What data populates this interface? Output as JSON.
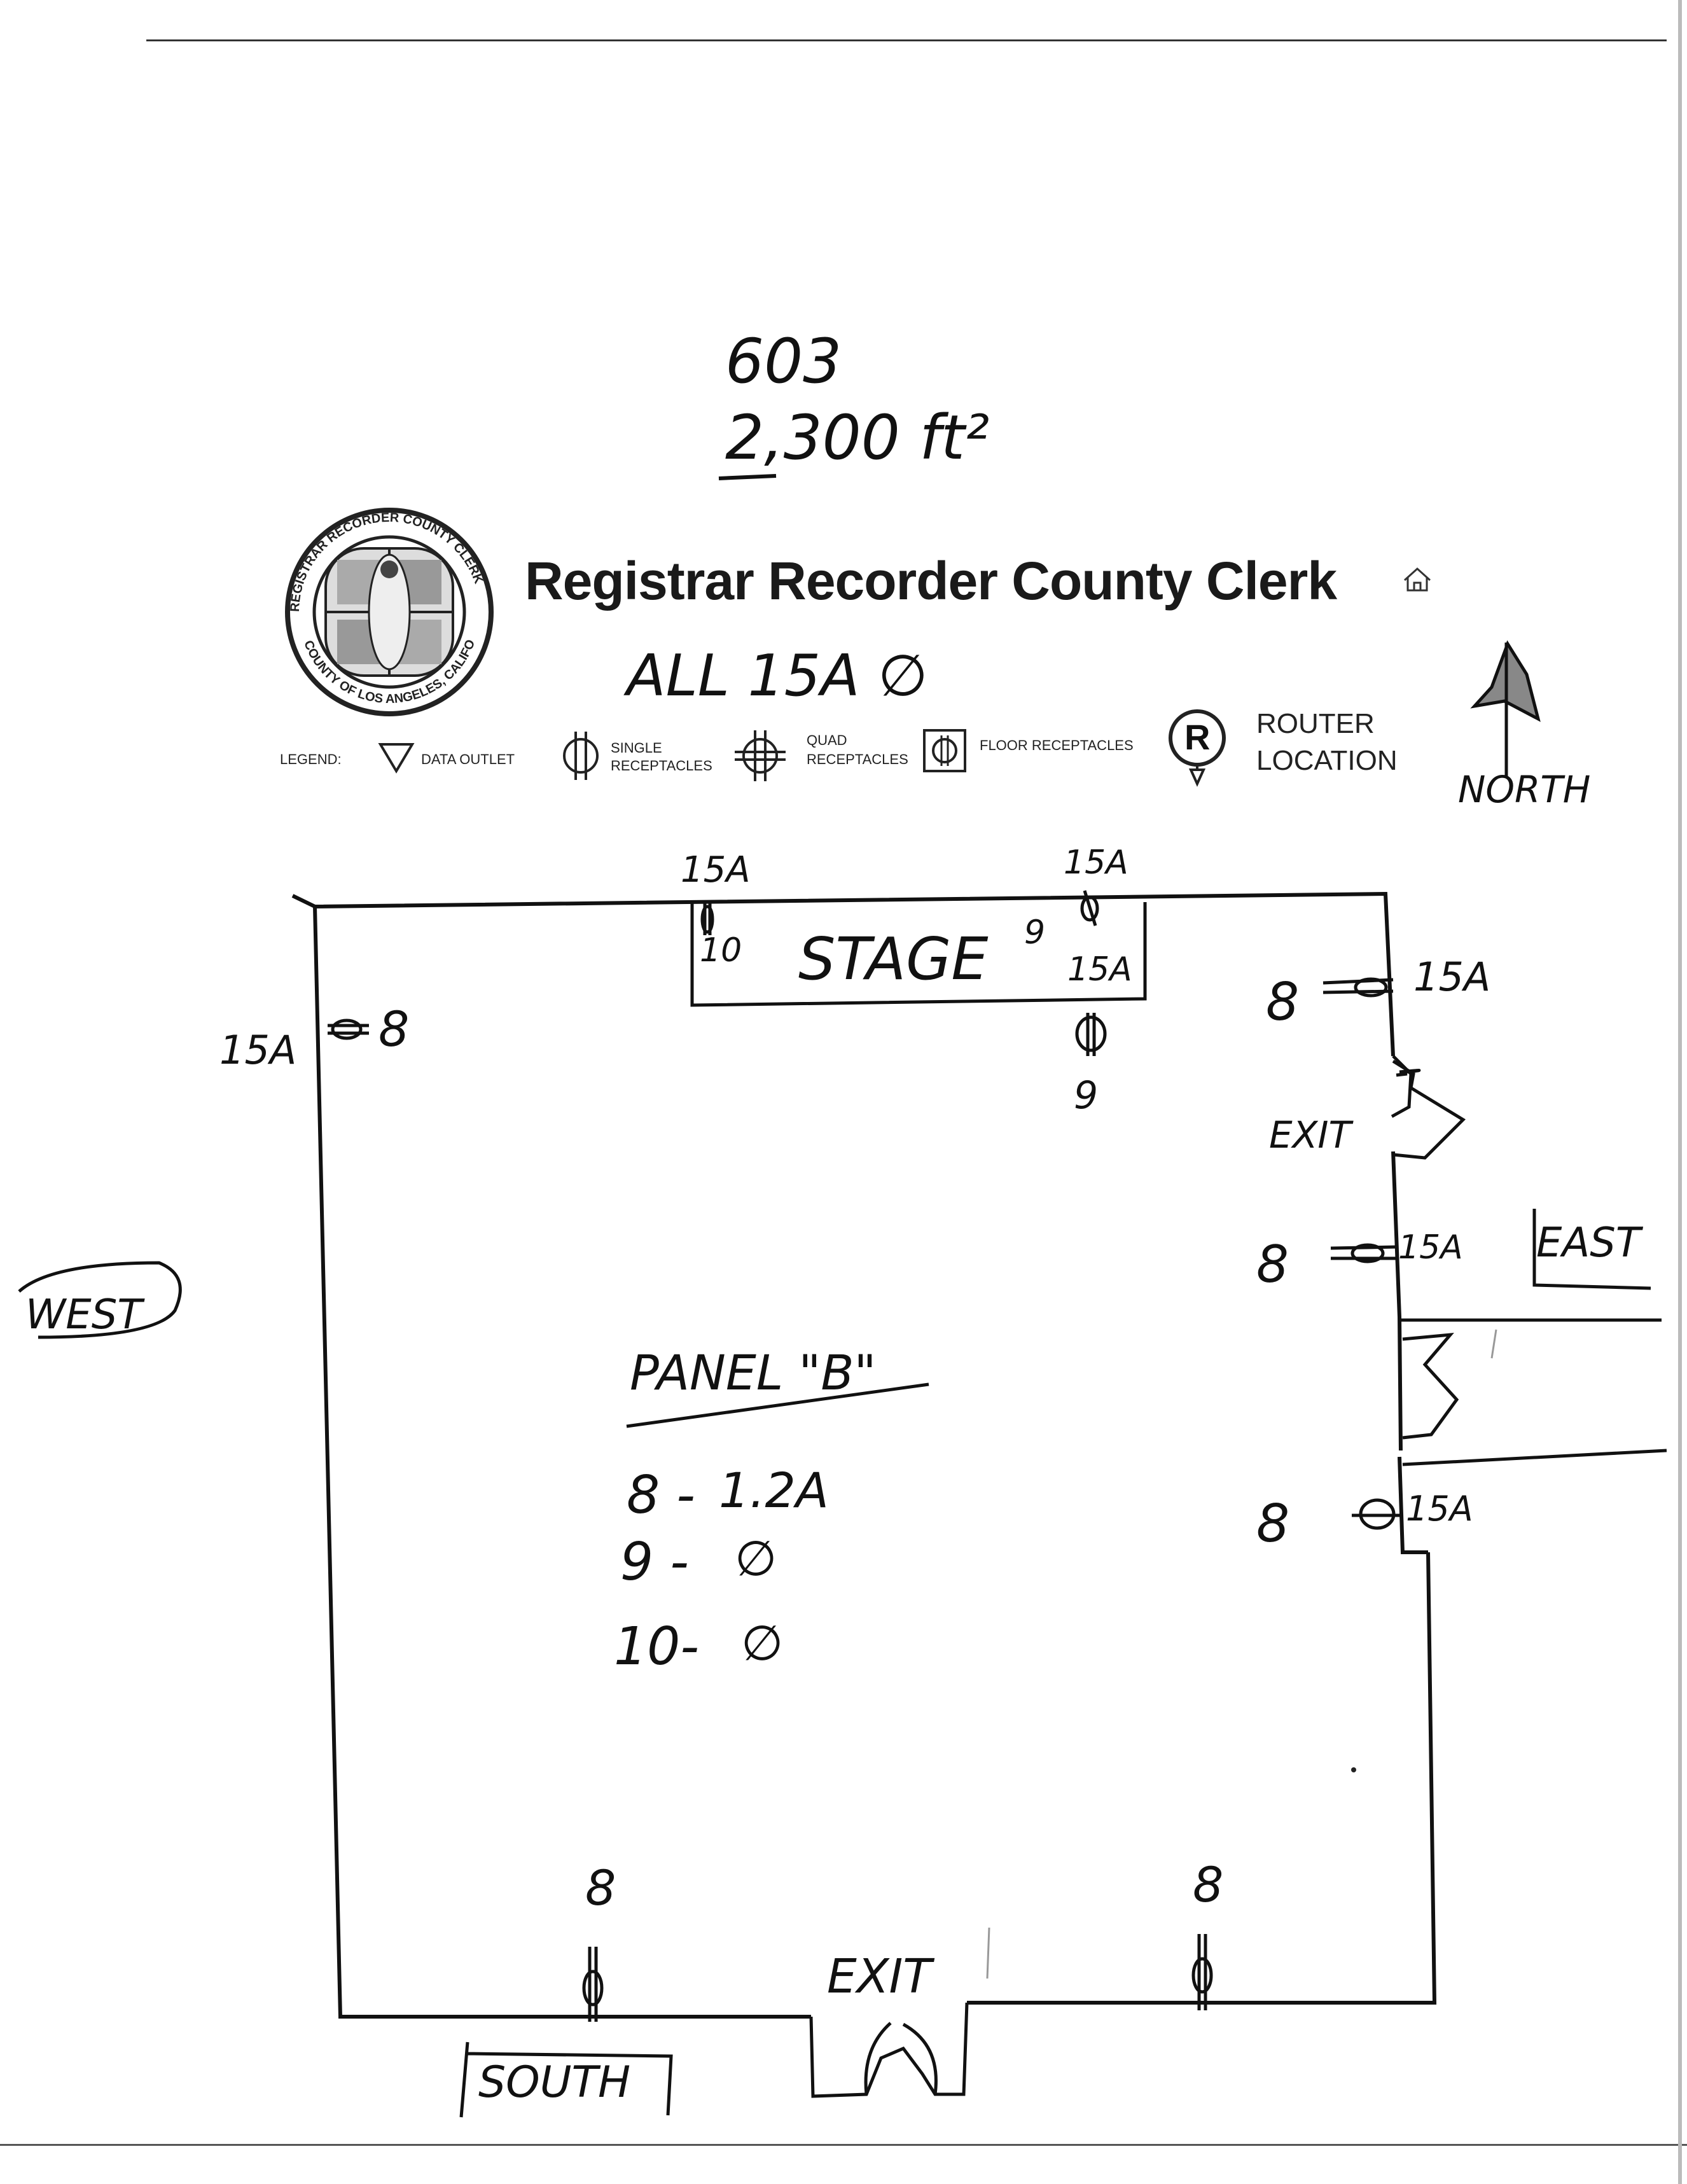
{
  "header": {
    "room_number": "603",
    "area": "2,300 ft²",
    "title": "Registrar Recorder County Clerk",
    "circuit_note": "ALL 15A ∅",
    "seal_top_text": "REGISTRAR RECORDER COUNTY CLERK",
    "seal_bottom_text": "COUNTY OF LOS ANGELES, CALIFORNIA"
  },
  "legend": {
    "label": "LEGEND:",
    "data_outlet": "DATA OUTLET",
    "single_line1": "SINGLE",
    "single_line2": "RECEPTACLES",
    "quad_line1": "QUAD",
    "quad_line2": "RECEPTACLES",
    "floor": "FLOOR RECEPTACLES",
    "router_letter": "R",
    "router_line1": "ROUTER",
    "router_line2": "LOCATION"
  },
  "compass": {
    "north": "NORTH",
    "east": "EAST",
    "west": "WEST",
    "south": "SOUTH"
  },
  "plan": {
    "stage": "STAGE",
    "exit_east": "EXIT",
    "exit_south": "EXIT",
    "stage_left_amp": "15A",
    "stage_left_circuit": "10",
    "stage_right_amp_top": "15A",
    "stage_right_circuit": "9",
    "stage_right_amp_lower": "15A",
    "below_stage_circuit": "9",
    "west_amp": "15A",
    "west_circuit": "8",
    "east1_circuit": "8",
    "east1_amp": "15A",
    "east2_circuit": "8",
    "east2_amp": "15A",
    "east3_circuit": "8",
    "east3_amp": "15A",
    "south_left_circuit": "8",
    "south_right_circuit": "8"
  },
  "panel": {
    "title": "PANEL \"B\"",
    "rows": [
      {
        "circuit": "8 -",
        "load": "1.2A"
      },
      {
        "circuit": "9 -",
        "load": "∅"
      },
      {
        "circuit": "10-",
        "load": "∅"
      }
    ]
  }
}
